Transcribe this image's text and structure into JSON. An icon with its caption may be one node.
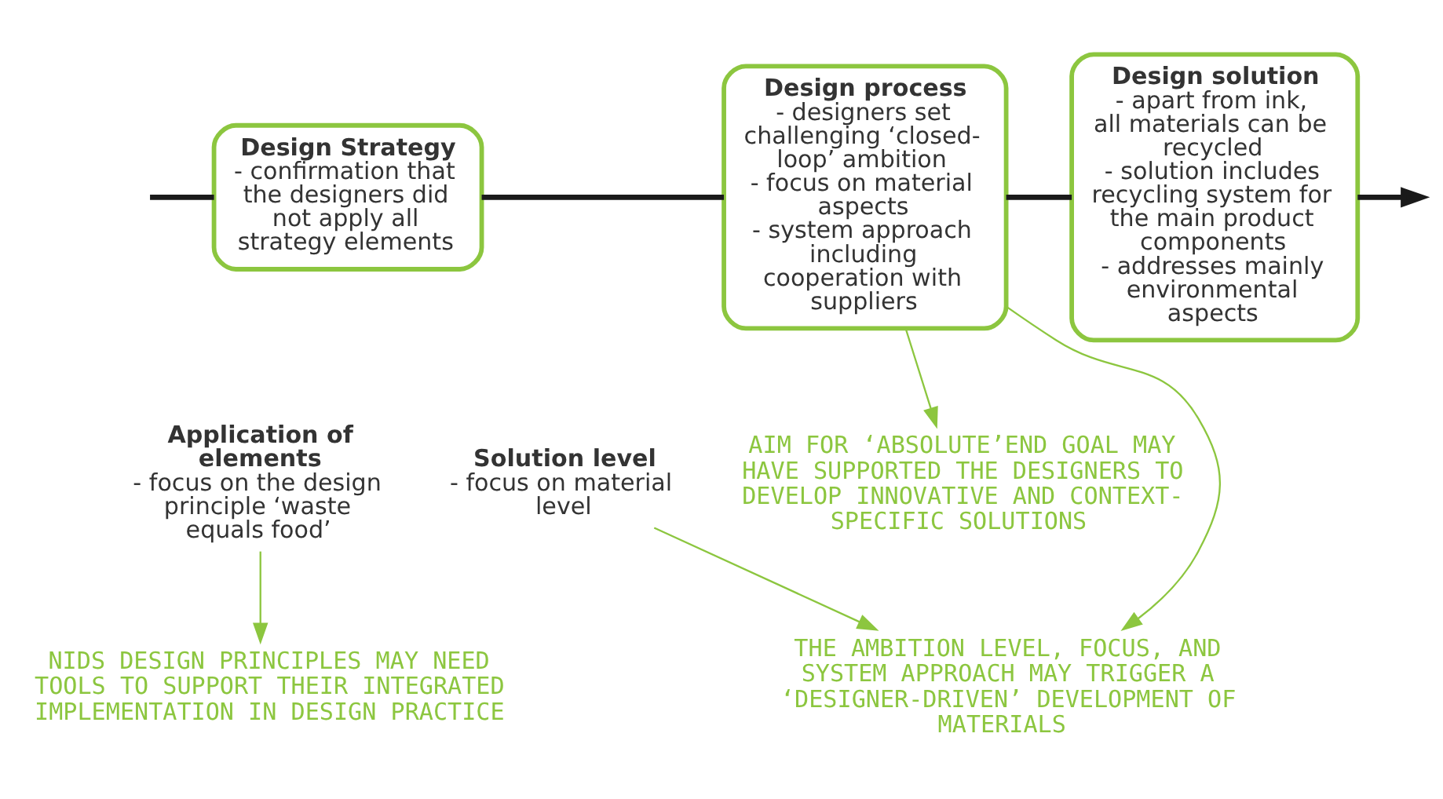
{
  "diagram": {
    "nodes": [
      {
        "text": [
          "Design Strategy",
          "- confirmation that the designers did not apply all strategy elements"
        ]
      },
      {
        "text": [
          "Application of elements",
          "- focus on the design principle ‘waste equals food’"
        ]
      },
      {
        "text": [
          "Design process",
          "- designers set challenging ‘closed-loop’ ambition",
          "- focus on material aspects",
          "- system approach including cooperation with suppliers"
        ]
      },
      {
        "text": [
          "Solution level",
          "- focus on material level"
        ]
      },
      {
        "text": [
          "Design solution",
          "- apart from ink, all materials can be recycled",
          "- solution includes recycling system for the main product components",
          "- addresses mainly environmental aspects"
        ]
      },
      {
        "text": [
          "NIDS DESIGN PRINCIPLES MAY NEED TOOLS TO SUPPORT THEIR INTEGRATED IMPLEMENTATION IN DESIGN PRACTICE"
        ]
      },
      {
        "text": [
          "AIM FOR ‘ABSOLUTE’END GOAL MAY HAVE SUPPORTED THE DESIGNERS TO DEVELOP INNOVATIVE AND CONTEXT-SPECIFIC SOLUTIONS"
        ]
      },
      {
        "text": [
          "THE AMBITION LEVEL, FOCUS, AND SYSTEM APPROACH MAY TRIGGER A ‘DESIGNER-DRIVEN’ DEVELOPMENT OF MATERIALS"
        ]
      }
    ],
    "edges": [
      {
        "from": null,
        "to": 0,
        "arrow": "none",
        "style": "thick",
        "color": "#1a1a1a"
      },
      {
        "from": 0,
        "to": 2,
        "arrow": "none",
        "style": "thick",
        "color": "#1a1a1a"
      },
      {
        "from": 2,
        "to": 4,
        "arrow": "none",
        "style": "thick",
        "color": "#1a1a1a"
      },
      {
        "from": 4,
        "to": null,
        "arrow": "to",
        "style": "thick",
        "color": "#1a1a1a"
      },
      {
        "from": 1,
        "to": 5,
        "arrow": "to",
        "color": "#8cc63f"
      },
      {
        "from": 2,
        "to": 6,
        "arrow": "to",
        "color": "#8cc63f"
      },
      {
        "from": 2,
        "to": 7,
        "arrow": "to",
        "color": "#8cc63f"
      },
      {
        "from": 3,
        "to": 7,
        "arrow": "to",
        "color": "#8cc63f"
      }
    ]
  }
}
